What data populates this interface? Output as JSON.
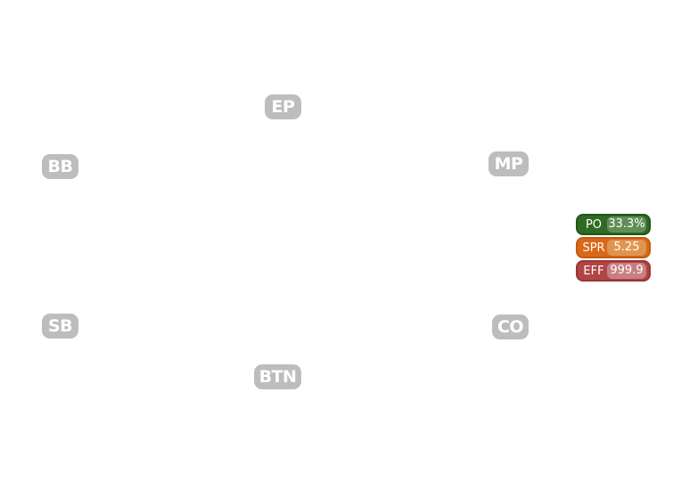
{
  "seats": {
    "ep": "EP",
    "mp": "MP",
    "bb": "BB",
    "sb": "SB",
    "co": "CO",
    "btn": "BTN"
  },
  "stats": {
    "po": {
      "label": "PO",
      "value": "33.3%"
    },
    "spr": {
      "label": "SPR",
      "value": "5.25"
    },
    "eff": {
      "label": "EFF",
      "value": "999.9"
    }
  },
  "colors": {
    "seat_badge": "#bdbdbd",
    "po": "#2f6a24",
    "spr": "#d9691a",
    "eff": "#b04545"
  }
}
